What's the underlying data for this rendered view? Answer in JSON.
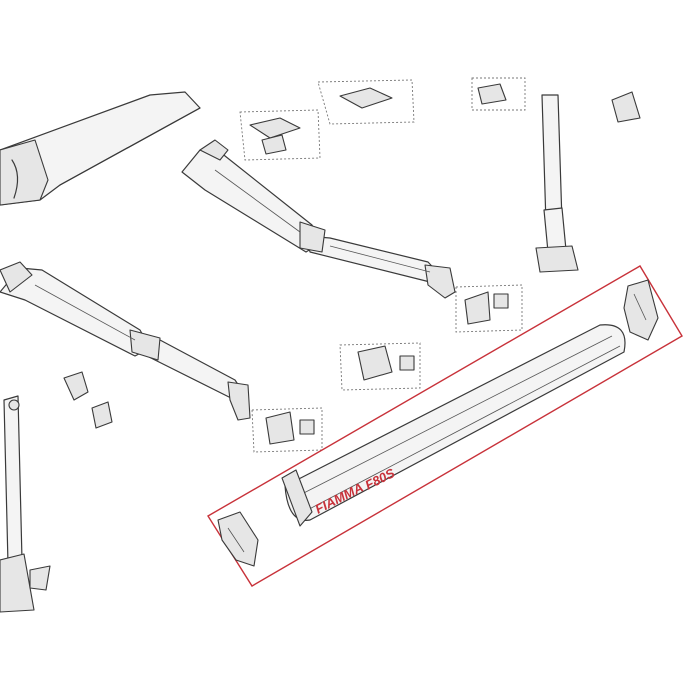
{
  "diagram": {
    "highlight_color": "#c8323a",
    "brand_text": "FIAMMA",
    "model_text": "F80S",
    "components": [
      "roller-tube-cover",
      "support-arm-upper",
      "support-arm-lower",
      "wall-bracket-kits",
      "vertical-leg-left",
      "vertical-leg-right",
      "awning-case-front-profile",
      "end-cap-left",
      "end-cap-right"
    ]
  }
}
